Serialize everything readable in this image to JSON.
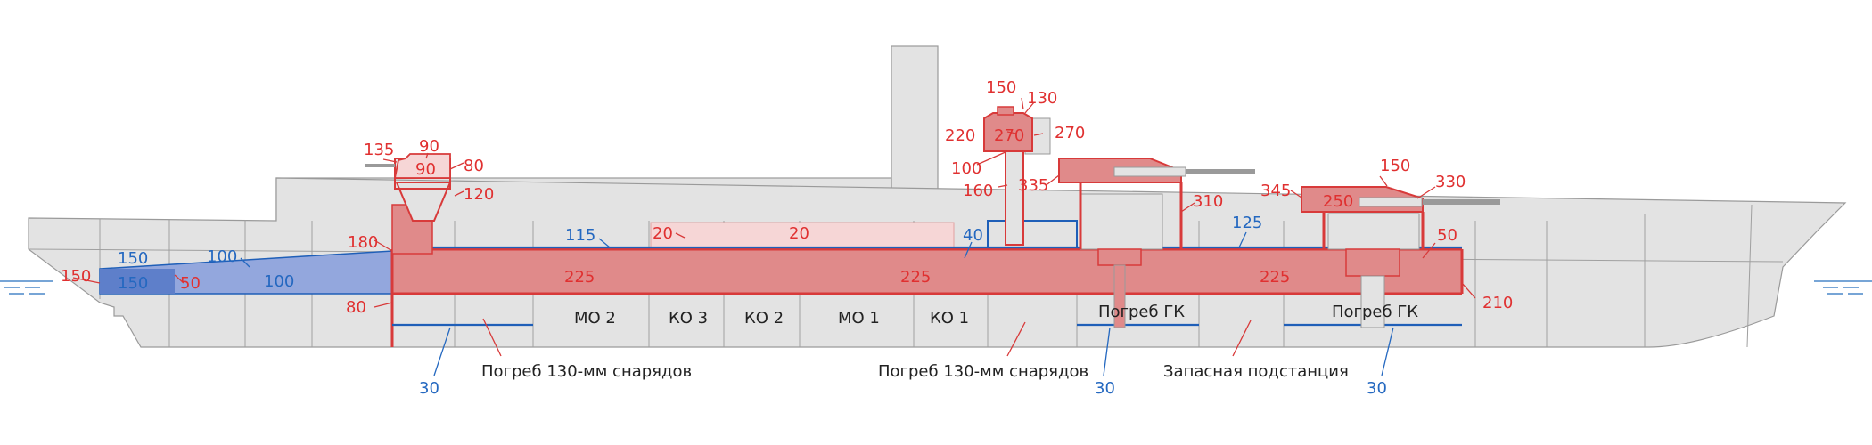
{
  "colors": {
    "main_belt": "#e08a8a",
    "light_armor": "#f6d6d6",
    "blue_armor": "#93a7dd",
    "red_label": "#e03030",
    "blue_label": "#2468c0",
    "hull": "#e3e3e3"
  },
  "red_labels": [
    "150",
    "50",
    "80",
    "180",
    "135",
    "90",
    "90",
    "80",
    "120",
    "20",
    "20",
    "225",
    "225",
    "225",
    "150",
    "130",
    "220",
    "270",
    "270",
    "100",
    "160",
    "335",
    "310",
    "345",
    "250",
    "150",
    "330",
    "50",
    "210"
  ],
  "blue_labels": [
    "150",
    "150",
    "100",
    "100",
    "115",
    "40",
    "125",
    "30",
    "30",
    "30"
  ],
  "compartments": [
    "МО 2",
    "КО 3",
    "КО 2",
    "МО 1",
    "КО 1",
    "Погреб ГК",
    "Погреб ГК"
  ],
  "callouts": [
    "Погреб 130-мм снарядов",
    "Погреб 130-мм снарядов",
    "Запасная подстанция"
  ]
}
